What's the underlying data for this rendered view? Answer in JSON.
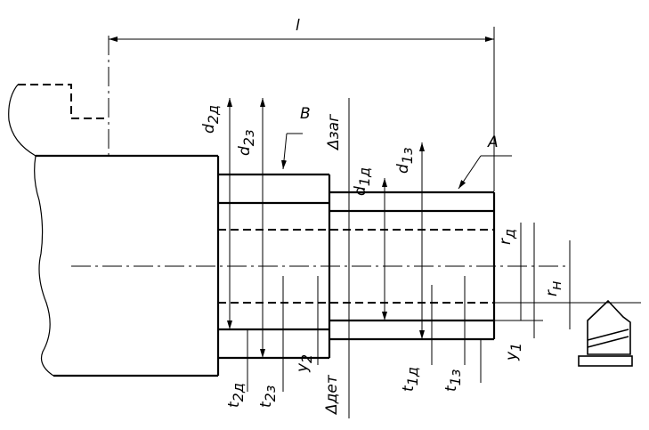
{
  "labels": {
    "length": "l",
    "surface_b": "B",
    "surface_a": "A",
    "d2d": "d",
    "d2d_sub": "2д",
    "d2z": "d",
    "d2z_sub": "2з",
    "delta_zag": "Δзаг",
    "d1d": "d",
    "d1d_sub": "1д",
    "d1z": "d",
    "d1z_sub": "1з",
    "r_d": "r",
    "r_d_sub": "д",
    "r_n": "r",
    "r_n_sub": "н",
    "y2": "y",
    "y2_sub": "2",
    "y1": "y",
    "y1_sub": "1",
    "t2d": "t",
    "t2d_sub": "2д",
    "t2z": "t",
    "t2z_sub": "2з",
    "delta_det": "Δдет",
    "t1d": "t",
    "t1d_sub": "1д",
    "t1z": "t",
    "t1z_sub": "1з"
  },
  "icons": [
    "cutting-tool-icon"
  ]
}
